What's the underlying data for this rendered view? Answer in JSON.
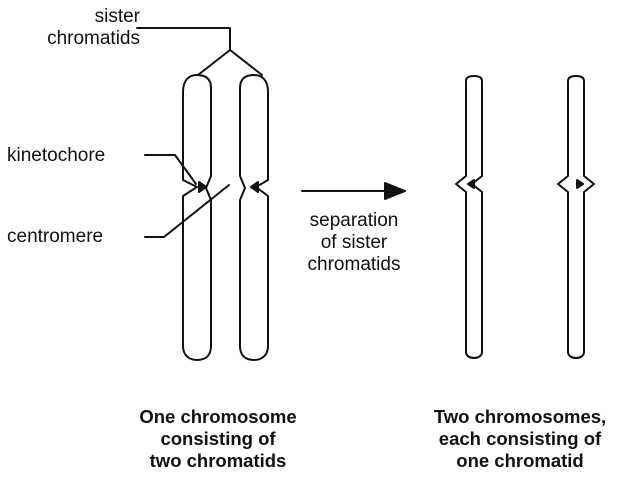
{
  "labels": {
    "sister_chromatids": [
      "sister",
      "chromatids"
    ],
    "kinetochore": "kinetochore",
    "centromere": "centromere",
    "separation": [
      "separation",
      "of sister",
      "chromatids"
    ]
  },
  "captions": {
    "left": [
      "One chromosome",
      "consisting of",
      "two chromatids"
    ],
    "right": [
      "Two chromosomes,",
      "each consisting of",
      "one chromatid"
    ]
  },
  "colors": {
    "ink": "#111111",
    "background": "#ffffff"
  }
}
